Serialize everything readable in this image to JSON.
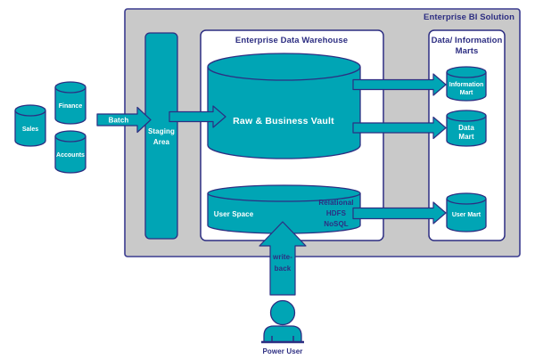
{
  "diagram": {
    "title": "Enterprise BI Solution",
    "colors": {
      "teal": "#00A5B5",
      "navy": "#2D2E82",
      "gray": "#C9C9C9",
      "white": "#FFFFFF"
    },
    "sources": {
      "sales": "Sales",
      "finance": "Finance",
      "accounts": "Accounts"
    },
    "batch_label": "Batch",
    "staging": {
      "line1": "Staging",
      "line2": "Area"
    },
    "edw": {
      "title": "Enterprise Data Warehouse",
      "vault_label": "Raw & Business Vault",
      "user_space_label": "User Space",
      "tech": {
        "line1": "Relational",
        "line2": "HDFS",
        "line3": "NoSQL"
      }
    },
    "marts": {
      "title_line1": "Data/ Information",
      "title_line2": "Marts",
      "information_mart": {
        "line1": "Information",
        "line2": "Mart"
      },
      "data_mart": {
        "line1": "Data",
        "line2": "Mart"
      },
      "user_mart": "User Mart"
    },
    "write_back": {
      "line1": "write-",
      "line2": "back"
    },
    "power_user_label": "Power User"
  }
}
